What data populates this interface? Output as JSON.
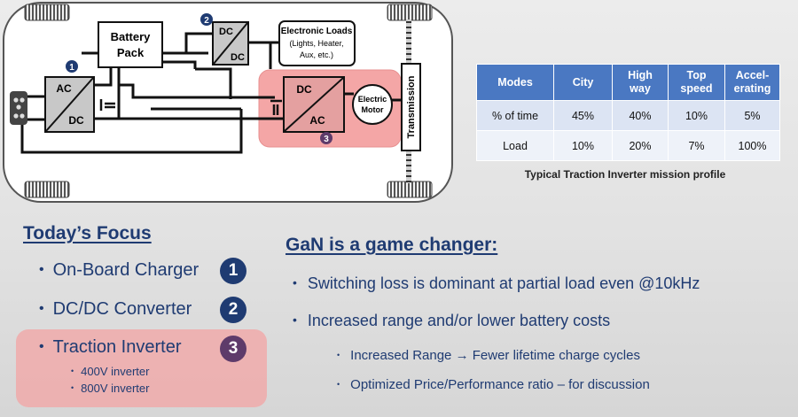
{
  "diagram": {
    "badges": [
      "1",
      "2",
      "3"
    ],
    "ac_dc": {
      "top": "AC",
      "bottom": "DC"
    },
    "battery_pack": [
      "Battery",
      "Pack"
    ],
    "dc_dc": {
      "top": "DC",
      "bottom": "DC"
    },
    "electronic_loads": [
      "Electronic Loads",
      "(Lights, Heater,",
      "Aux, etc.)"
    ],
    "dc_ac": {
      "top": "DC",
      "bottom": "AC"
    },
    "electric_motor": [
      "Electric",
      "Motor"
    ],
    "transmission": "Transmission",
    "colors": {
      "highlight": "#f4a6a6",
      "badge_blue": "#1f3b72",
      "badge_purple": "#5e3b6a"
    }
  },
  "mission_table": {
    "headers": [
      "Modes",
      "City",
      "High way",
      "Top speed",
      "Accel-erating"
    ],
    "header_lines": [
      [
        "Modes"
      ],
      [
        "City"
      ],
      [
        "High",
        "way"
      ],
      [
        "Top",
        "speed"
      ],
      [
        "Accel-",
        "erating"
      ]
    ],
    "rows": [
      [
        "% of time",
        "45%",
        "40%",
        "10%",
        "5%"
      ],
      [
        "Load",
        "10%",
        "20%",
        "7%",
        "100%"
      ]
    ],
    "caption": "Typical Traction Inverter mission profile"
  },
  "focus": {
    "title": "Today’s Focus",
    "items": [
      {
        "label": "On-Board Charger",
        "badge": "1"
      },
      {
        "label": "DC/DC Converter",
        "badge": "2"
      },
      {
        "label": "Traction Inverter",
        "badge": "3"
      }
    ],
    "sub_items": [
      "400V inverter",
      "800V inverter"
    ]
  },
  "gan": {
    "title": "GaN is a game changer:",
    "points": [
      "Switching loss is dominant at partial load even @10kHz",
      "Increased range and/or lower battery costs"
    ],
    "sub_points": [
      "Increased Range → Fewer lifetime charge cycles",
      "Optimized Price/Performance ratio – for discussion"
    ]
  }
}
